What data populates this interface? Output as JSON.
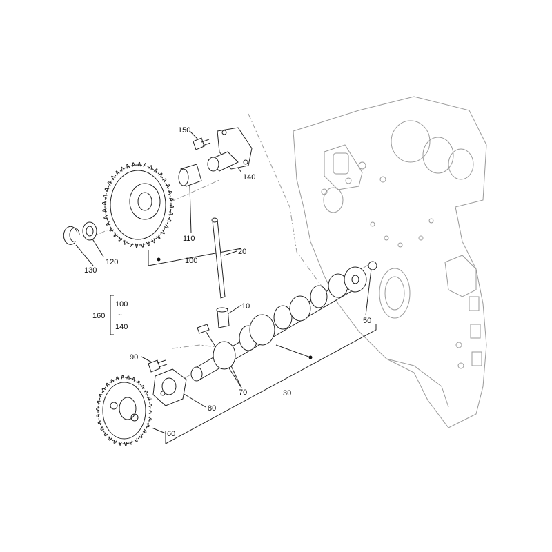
{
  "callouts": {
    "c150": "150",
    "c140": "140",
    "c110": "110",
    "c100": "100",
    "c120": "120",
    "c130": "130",
    "c20": "20",
    "c10": "10",
    "c50": "50",
    "c160": "160",
    "c160_from": "100",
    "c160_tilde": "~",
    "c160_to": "140",
    "c90": "90",
    "c80": "80",
    "c70": "70",
    "c30": "30",
    "c60": "60"
  }
}
